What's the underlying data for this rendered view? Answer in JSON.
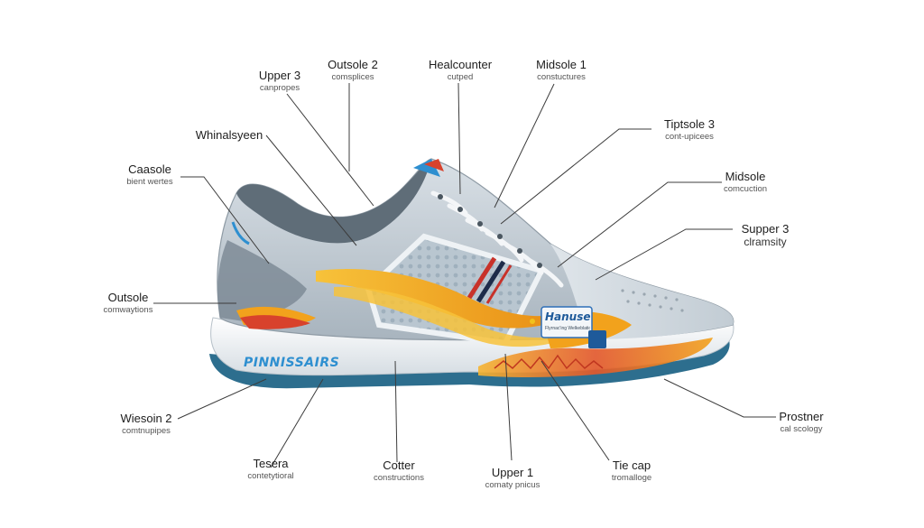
{
  "callouts": [
    {
      "id": "upper-3-top",
      "title": "Upper 3",
      "sub": "canpropes"
    },
    {
      "id": "outsole-2",
      "title": "Outsole 2",
      "sub": "comsplices"
    },
    {
      "id": "healcounter",
      "title": "Healcounter",
      "sub": "cutped"
    },
    {
      "id": "midsole-1",
      "title": "Midsole 1",
      "sub": "constuctures"
    },
    {
      "id": "tiptsole-3",
      "title": "Tiptsole 3",
      "sub": "cont-upicees"
    },
    {
      "id": "whinalsyeen",
      "title": "Whinalsyeen",
      "sub": ""
    },
    {
      "id": "caasole",
      "title": "Caasole",
      "sub": "bient wertes"
    },
    {
      "id": "midsole",
      "title": "Midsole",
      "sub": "comcuction"
    },
    {
      "id": "supper-3",
      "title": "Supper 3",
      "sub": "clramsity"
    },
    {
      "id": "outsole",
      "title": "Outsole",
      "sub": "comwaytions"
    },
    {
      "id": "wiesoin-2",
      "title": "Wiesoin 2",
      "sub": "comtnupipes"
    },
    {
      "id": "tesera",
      "title": "Tesera",
      "sub": "contetytioral"
    },
    {
      "id": "cotter",
      "title": "Cotter",
      "sub": "constructions"
    },
    {
      "id": "upper-1",
      "title": "Upper 1",
      "sub": "comaty pnicus"
    },
    {
      "id": "tie-cap",
      "title": "Tie cap",
      "sub": "tromalloge"
    },
    {
      "id": "prostner",
      "title": "Prostner",
      "sub": "cal scology"
    }
  ],
  "shoe": {
    "brand_side": "PINNISSAIRS",
    "brand_tag": "Hanuse",
    "brand_tag_sub": "Flyrnac'ing Welkeblation"
  },
  "colors": {
    "upper": "#c9d1d8",
    "upper_dark": "#7e8b96",
    "collar": "#5f6d78",
    "midsole": "#eef1f4",
    "outsole": "#2d6e8e",
    "accent_orange": "#f2a21c",
    "accent_red": "#d8422c",
    "accent_blue": "#2e8fd0",
    "leader": "#444444"
  }
}
